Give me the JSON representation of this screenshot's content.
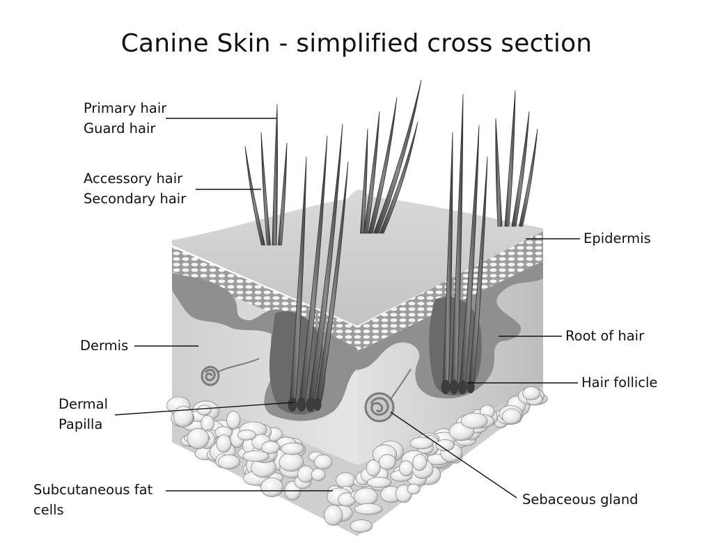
{
  "title": "Canine Skin - simplified cross section",
  "labels": {
    "primary_hair": [
      "Primary hair",
      "Guard hair"
    ],
    "accessory_hair": [
      "Accessory hair",
      "Secondary hair"
    ],
    "dermis": "Dermis",
    "dermal_papilla": [
      "Dermal",
      "Papilla"
    ],
    "subcutaneous_fat": [
      "Subcutaneous fat",
      "cells"
    ],
    "epidermis": "Epidermis",
    "root_of_hair": "Root of hair",
    "hair_follicle": "Hair follicle",
    "sebaceous_gland": "Sebaceous gland"
  },
  "colors": {
    "epidermis": "#d4d4d4",
    "dermis_light": "#dedede",
    "dermis_dark": "#6e6e6e",
    "hair": "#555555",
    "fat": "#f2f2f2",
    "line": "#111111"
  }
}
